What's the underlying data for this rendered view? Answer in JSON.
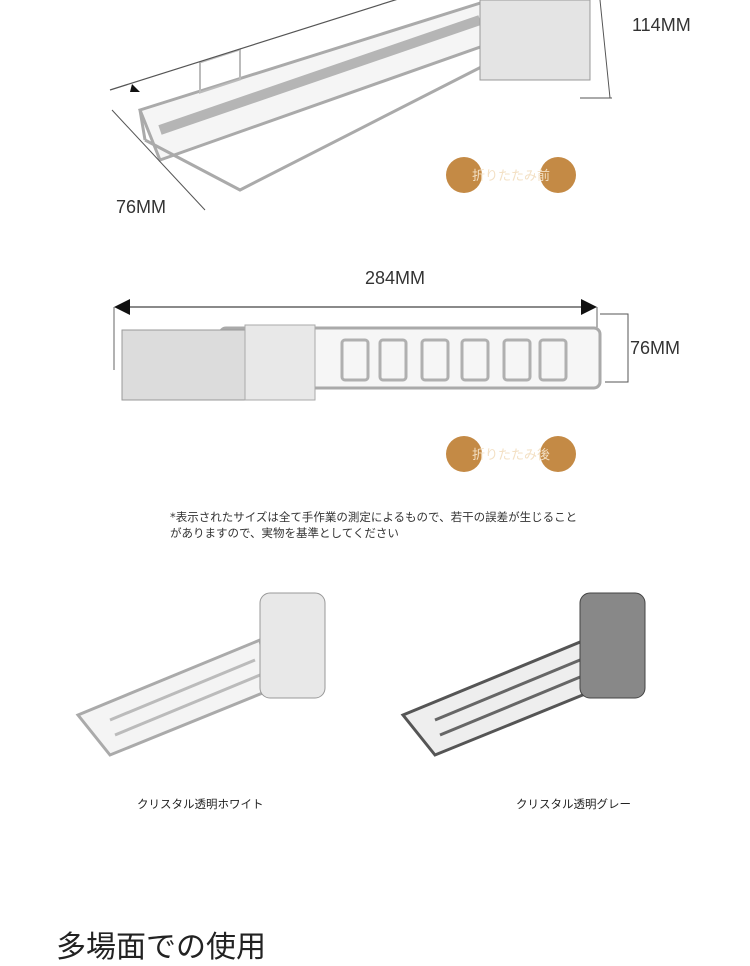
{
  "top_view": {
    "height_label": "114MM",
    "depth_label": "76MM",
    "badge": "折りたたみ前"
  },
  "bottom_view": {
    "width_label": "284MM",
    "depth_label": "76MM",
    "badge": "折りたたみ後"
  },
  "note": {
    "line1": "*表示されたサイズは全て手作業の測定によるもので、若干の誤差が生じること",
    "line2": "がありますので、実物を基準としてください"
  },
  "colors": {
    "items": [
      {
        "label": "クリスタル透明ホワイト"
      },
      {
        "label": "クリスタル透明グレー"
      }
    ]
  },
  "section": {
    "title": "多場面での使用"
  },
  "accent": "#c48a45"
}
